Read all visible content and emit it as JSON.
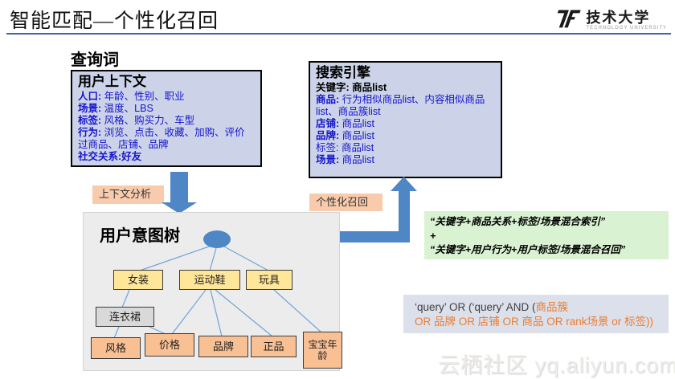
{
  "header": {
    "title": "智能匹配—个性化召回",
    "logo_cn": "技术大学",
    "logo_en": "TECHNOLOGY UNIVERSITY"
  },
  "query_heading": "查询词",
  "user_context_box": {
    "title": "用户上下文",
    "lines": [
      {
        "label": "人口:",
        "value": "年龄、性别、职业"
      },
      {
        "label": "场景:",
        "value": "温度、LBS"
      },
      {
        "label": "标签:",
        "value": "风格、购买力、车型"
      },
      {
        "label": "行为:",
        "value": "浏览、点击、收藏、加购、评价过商品、店铺、品牌"
      },
      {
        "label": "社交关系:",
        "value": "好友"
      }
    ]
  },
  "search_engine_box": {
    "title": "搜索引擎",
    "keyword_label": "关键字:",
    "keyword_value": "商品list",
    "rows": [
      {
        "label": "商品:",
        "value": "行为相似商品list、内容相似商品list、商品簇list"
      },
      {
        "label": "店铺:",
        "value": "商品list"
      },
      {
        "label": "品牌:",
        "value": "商品list"
      },
      {
        "label": "标签:",
        "value": "商品list"
      },
      {
        "label": "场景:",
        "value": "商品list"
      }
    ]
  },
  "step_labels": {
    "context_analysis": "上下文分析",
    "personalized_recall": "个性化召回"
  },
  "intent_tree": {
    "title": "用户意图树",
    "nodes": [
      "女装",
      "运动鞋",
      "玩具",
      "连衣裙",
      "风格",
      "价格",
      "品牌",
      "正品",
      "宝宝年龄"
    ]
  },
  "green_note": {
    "lines": [
      "“关键字+商品关系+标签/场景混合索引”",
      "+",
      "“关键字+用户行为+用户标签/场景混合召回”"
    ]
  },
  "query_note": {
    "black_part": "‘query’ OR (‘query’ AND (",
    "orange_part_1": "商品簇",
    "orange_part_2": "OR 品牌 OR 店铺 OR 商品 OR rank场景 or 标签))"
  },
  "watermark": "云栖社区 yq.aliyun.com",
  "colors": {
    "accent_arrow_blue": "#4e86c6",
    "box_lavender": "#ccd3e8",
    "label_orange_bg": "#f8cbad",
    "node_yellow": "#ffe699",
    "node_peach": "#f9c094",
    "node_gray": "#d9d9d9",
    "panel_gray": "#ececec",
    "note_green": "#d9f2d2",
    "note_blue_gray": "#dbe0eb",
    "text_blue": "#1414cc",
    "text_orange": "#ed7d31",
    "title_underline_blue": "#46659f"
  }
}
